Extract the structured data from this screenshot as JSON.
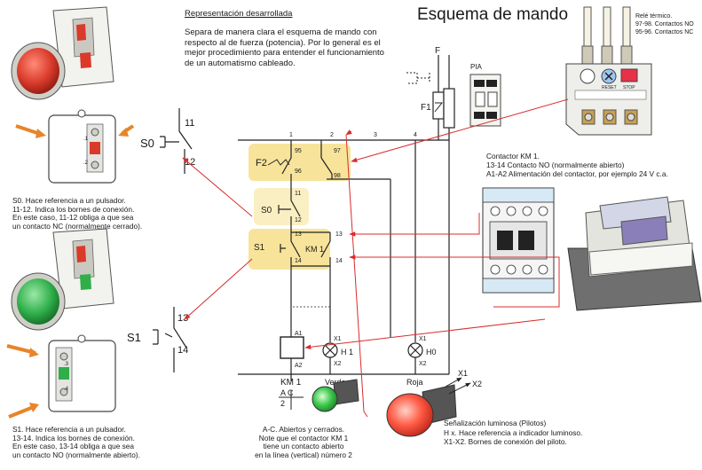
{
  "title": "Esquema de mando",
  "subtitle": "Representación desarrollada",
  "intro": [
    "Separa de manera clara el esquema de mando con",
    "respecto al de fuerza (potencia). Por lo general es el",
    "mejor procedimiento para entender el funcionamiento",
    "de un automatismo cableado."
  ],
  "s0_note": [
    "S0. Hace referencia a un pulsador.",
    "11-12. Indica los bornes de conexión.",
    "En este caso, 11-12 obliga a que sea",
    "un contacto NC (normalmente cerrado)."
  ],
  "s1_note": [
    "S1. Hace referencia a un pulsador.",
    "13-14. Indica los bornes de conexión.",
    "En este caso, 13-14 obliga a que sea",
    "un contacto NO (normalmente abierto)."
  ],
  "rele_note": [
    "Relé térmico.",
    "97-98. Contactos NO",
    "95-96. Contactos NC"
  ],
  "contactor_note": [
    "Contactor KM 1.",
    "13-14 Contacto NO (normalmente abierto)",
    "A1-A2 Alimentación del contactor, por ejemplo 24 V c.a."
  ],
  "ac_note": [
    "A-C. Abiertos y cerrados.",
    "Note que el contactor KM 1",
    "tiene un contacto abierto",
    "en la línea (vertical) número 2"
  ],
  "piloto_note": [
    "Señalización luminosa (Pilotos)",
    "H x. Hace referencia a indicador luminoso.",
    "X1-X2. Bornes de conexión del piloto."
  ],
  "labels": {
    "s0": "S0",
    "s1": "S1",
    "f": "F",
    "f1": "F1",
    "f2": "F2",
    "pia": "PIA",
    "km1": "KM 1",
    "h1": "H 1",
    "h0": "H0",
    "verde": "Verde",
    "roja": "Roja",
    "a1": "A1",
    "a2": "A2",
    "x1": "X1",
    "x2": "X2",
    "n11": "11",
    "n12": "12",
    "n13": "13",
    "n14": "14",
    "n95": "95",
    "n96": "96",
    "n97": "97",
    "n98": "98",
    "l1": "1",
    "l2": "2",
    "l3": "3",
    "l4": "4",
    "ac": "A C",
    "two": "2",
    "reset": "RESET",
    "stop": "STOP"
  },
  "colors": {
    "highlight": "#f7e49a",
    "arrow": "#d92c2c",
    "red_button": "#d93a2a",
    "green_button": "#2fae4a",
    "orange_arrow": "#e8842a"
  }
}
